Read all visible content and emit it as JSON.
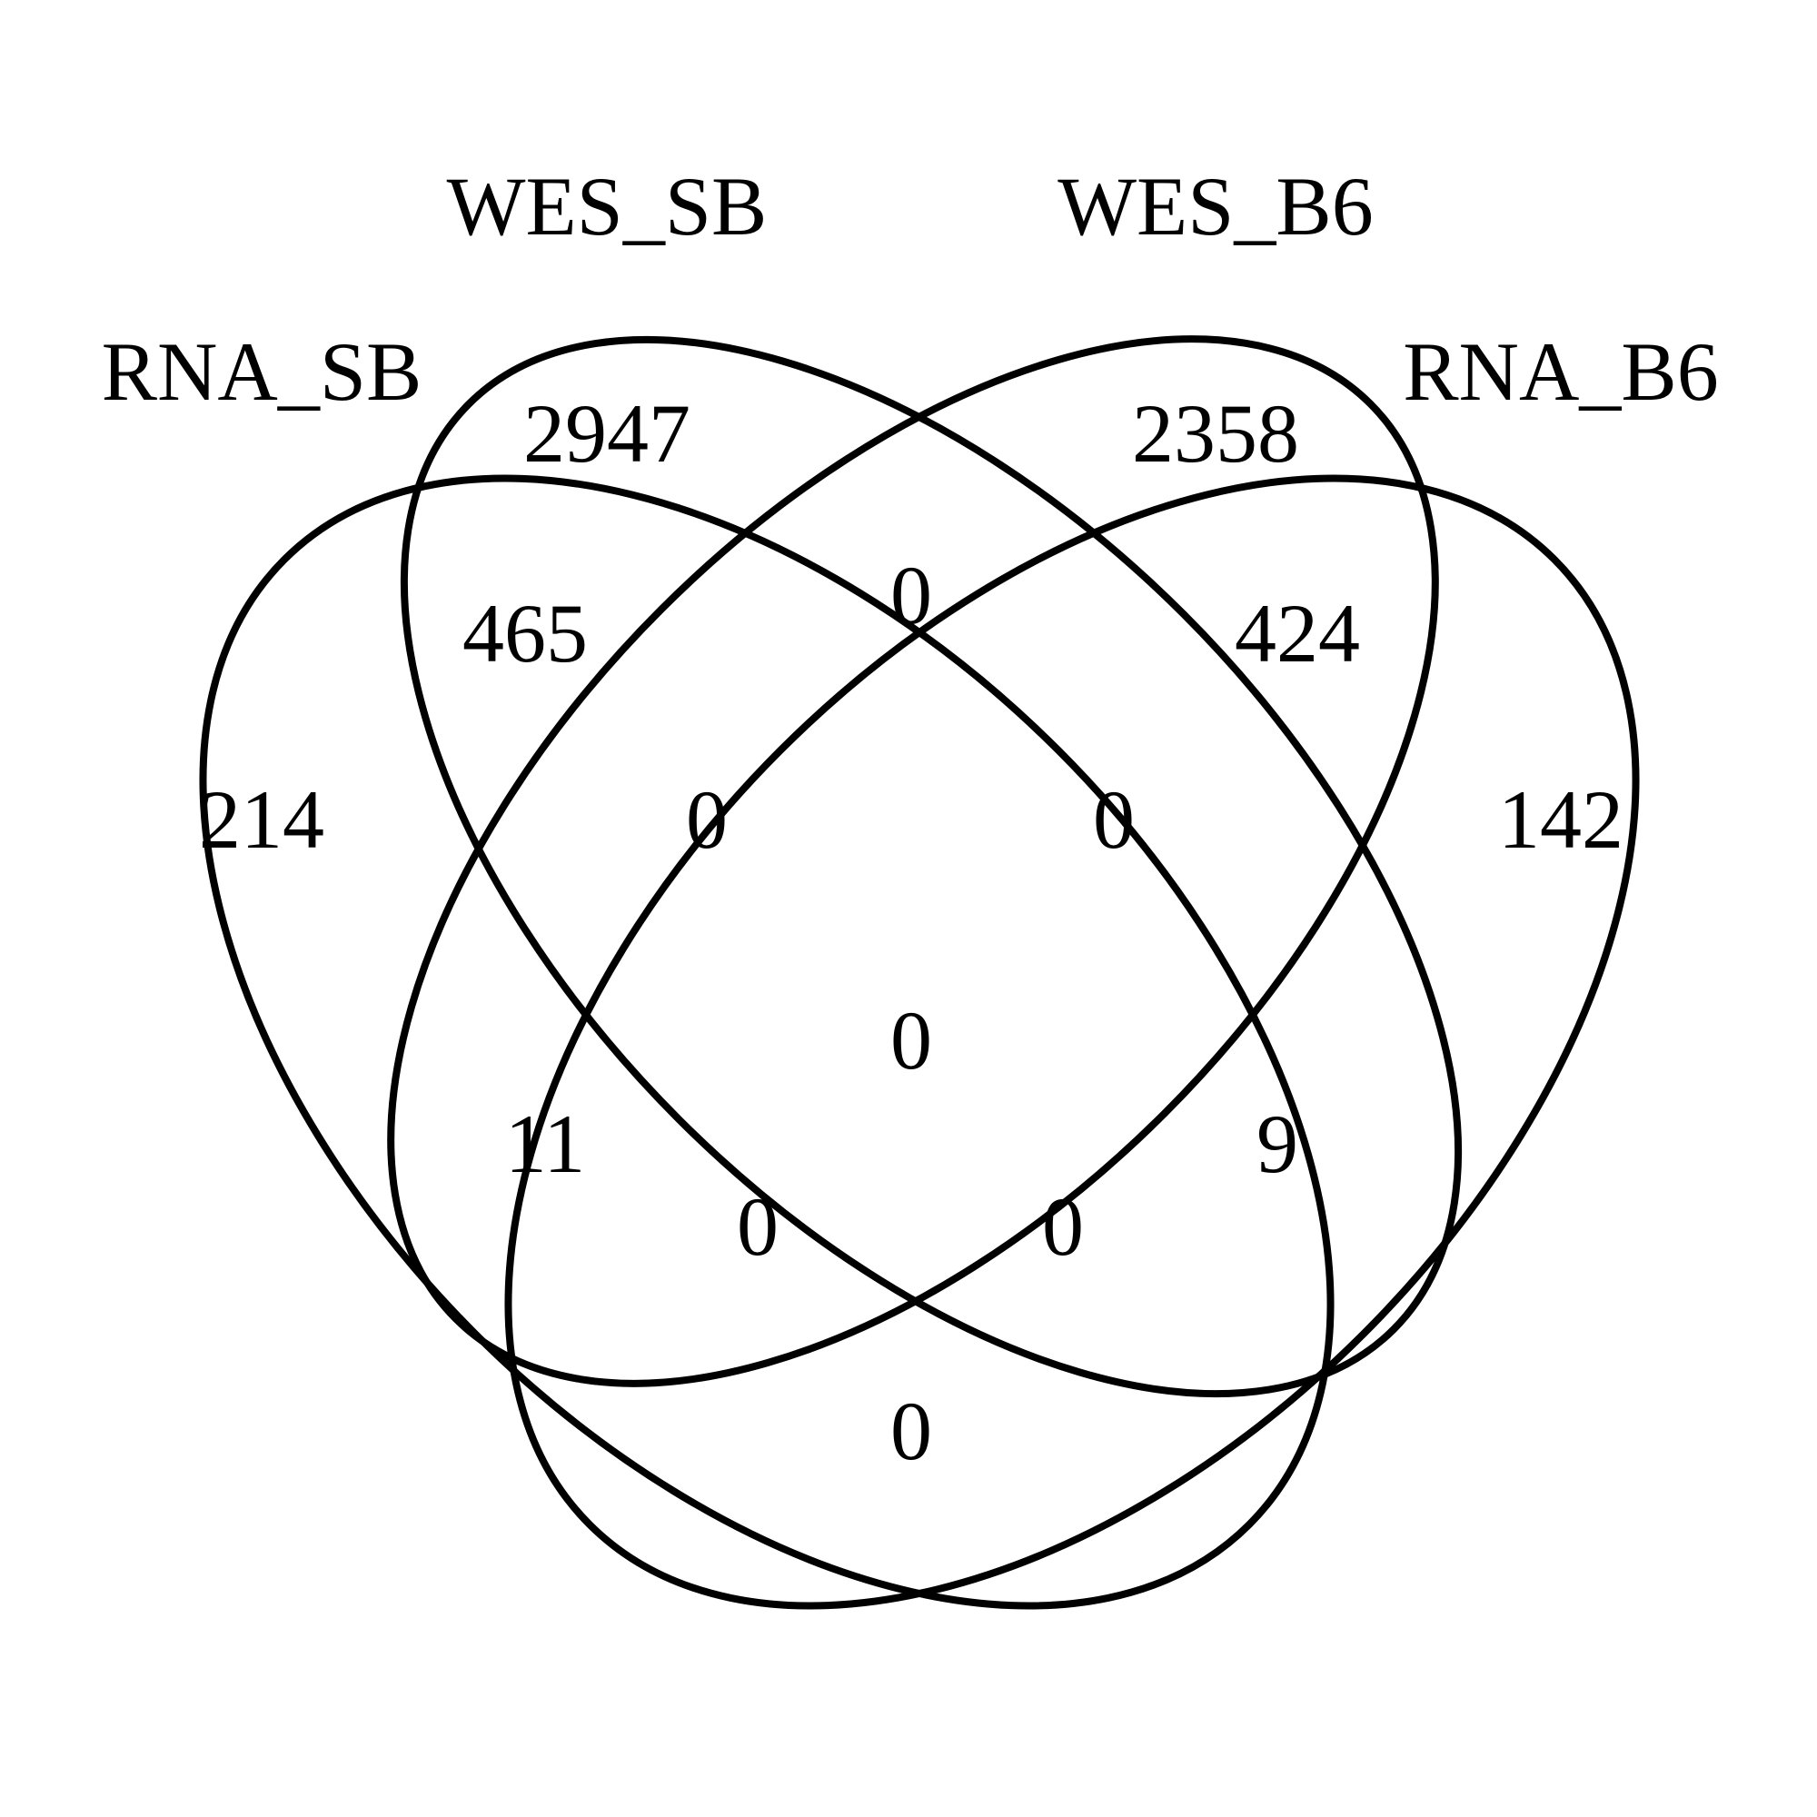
{
  "diagram": {
    "type": "venn-4",
    "sets": [
      "RNA_SB",
      "WES_SB",
      "WES_B6",
      "RNA_B6"
    ],
    "colors": {
      "stroke": "#000000",
      "text": "#000000",
      "background": "#ffffff"
    },
    "regions": [
      {
        "sets": [
          "RNA_SB"
        ],
        "count": "214"
      },
      {
        "sets": [
          "WES_SB"
        ],
        "count": "2947"
      },
      {
        "sets": [
          "WES_B6"
        ],
        "count": "2358"
      },
      {
        "sets": [
          "RNA_B6"
        ],
        "count": "142"
      },
      {
        "sets": [
          "RNA_SB",
          "WES_SB"
        ],
        "count": "465"
      },
      {
        "sets": [
          "WES_SB",
          "WES_B6"
        ],
        "count": "0"
      },
      {
        "sets": [
          "WES_B6",
          "RNA_B6"
        ],
        "count": "424"
      },
      {
        "sets": [
          "RNA_SB",
          "WES_SB",
          "WES_B6"
        ],
        "count": "0"
      },
      {
        "sets": [
          "WES_SB",
          "WES_B6",
          "RNA_B6"
        ],
        "count": "0"
      },
      {
        "sets": [
          "RNA_SB",
          "WES_SB",
          "WES_B6",
          "RNA_B6"
        ],
        "count": "0"
      },
      {
        "sets": [
          "RNA_SB",
          "WES_B6"
        ],
        "count": "11"
      },
      {
        "sets": [
          "WES_SB",
          "RNA_B6"
        ],
        "count": "9"
      },
      {
        "sets": [
          "RNA_SB",
          "WES_B6",
          "RNA_B6"
        ],
        "count": "0"
      },
      {
        "sets": [
          "RNA_SB",
          "WES_SB",
          "RNA_B6"
        ],
        "count": "0"
      },
      {
        "sets": [
          "RNA_SB",
          "RNA_B6"
        ],
        "count": "0"
      }
    ]
  }
}
